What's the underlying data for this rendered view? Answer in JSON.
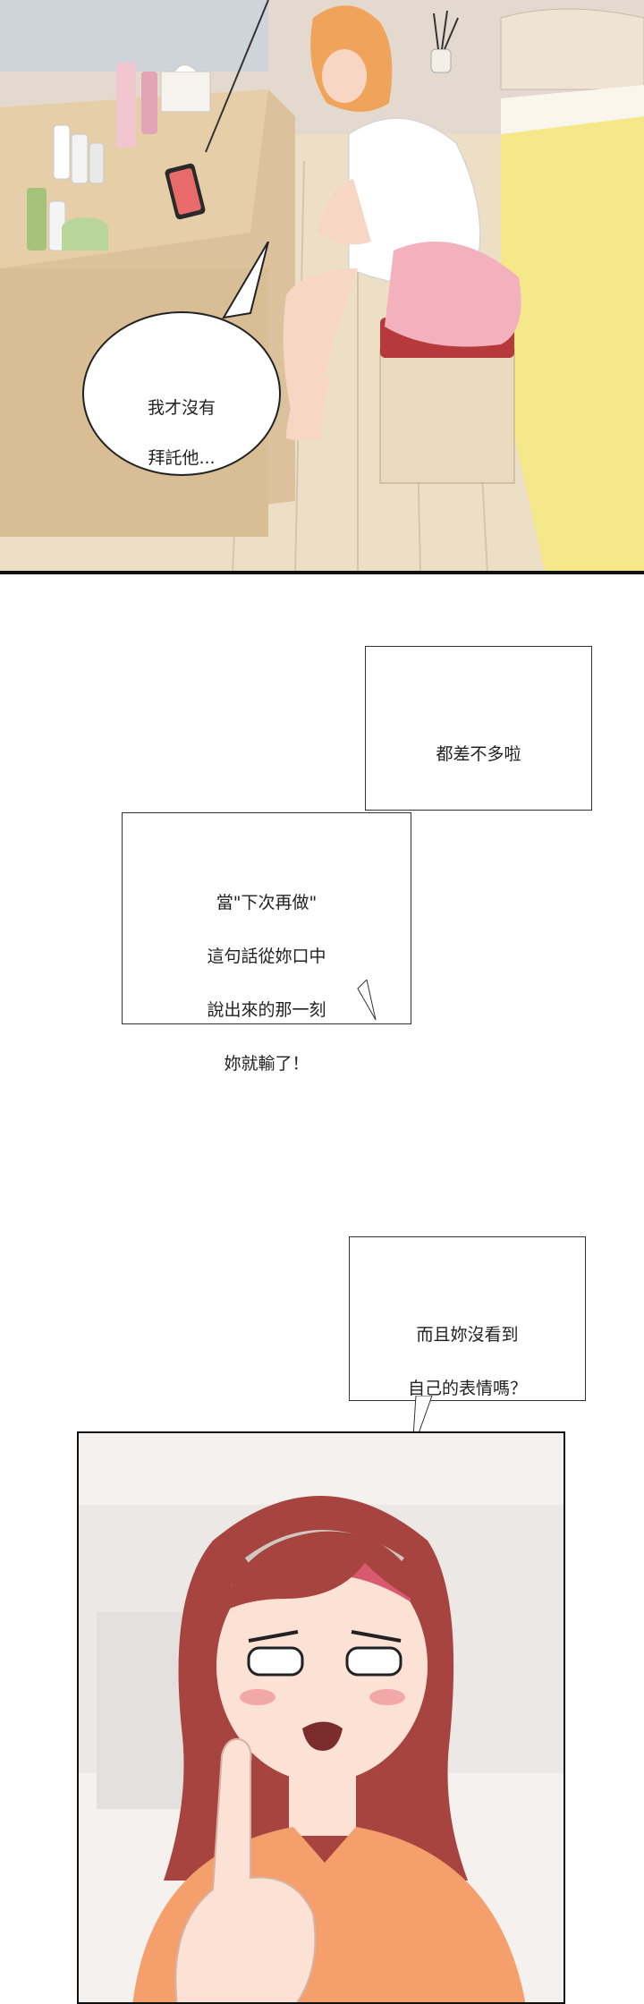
{
  "panels": [
    {
      "id": "panel-1-bedroom",
      "speech": {
        "lines": [
          "我才沒有",
          "拜託他..."
        ]
      }
    },
    {
      "id": "panel-2-narration",
      "captions": [
        {
          "lines": [
            "都差不多啦"
          ]
        },
        {
          "lines": [
            "當\"下次再做\"",
            "這句話從妳口中",
            "說出來的那一刻",
            "妳就輸了！"
          ]
        }
      ]
    },
    {
      "id": "panel-3-girl-pointing",
      "caption": {
        "lines": [
          "而且妳沒看到",
          "自己的表情嗎？"
        ]
      }
    }
  ],
  "colors": {
    "wall": "#e7ddd2",
    "floor": "#e9dcc4",
    "bed_sheet": "#f5e88a",
    "stool_cushion": "#b63a3c",
    "shorts": "#f2b1bc",
    "hair_blonde": "#f0a35a",
    "hair_red": "#a8443f",
    "shirt_orange": "#f5a06c",
    "headband": "#d95a70"
  },
  "icons": [
    "speech-bubble",
    "smartphone",
    "cosmetic-bottles",
    "tissue-box",
    "reed-diffuser"
  ]
}
